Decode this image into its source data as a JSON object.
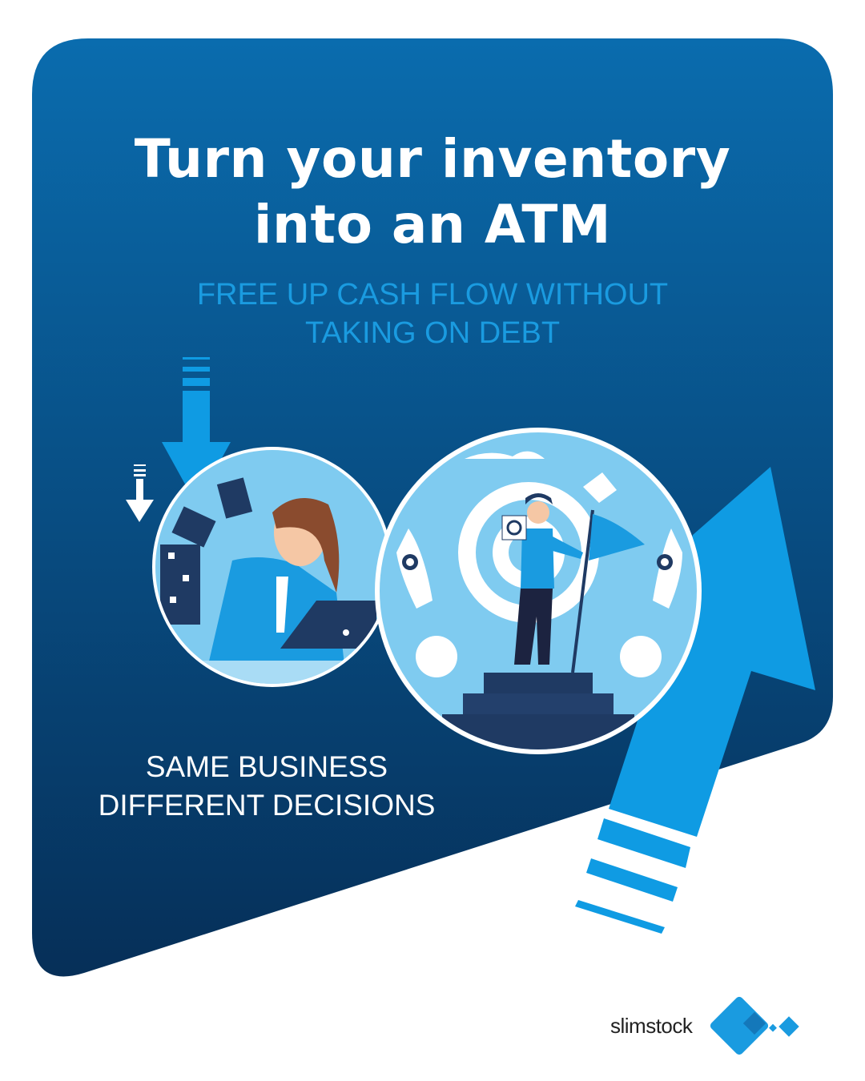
{
  "headline": {
    "line1": "Turn your inventory",
    "line2": "into an ATM"
  },
  "subheadline": {
    "line1": "FREE UP CASH FLOW WITHOUT",
    "line2": "TAKING ON DEBT"
  },
  "tagline": {
    "line1": "SAME BUSINESS",
    "line2": "DIFFERENT DECISIONS"
  },
  "brand": {
    "name": "slimstock"
  },
  "colors": {
    "card_top": "#0a6cae",
    "card_bottom": "#07335e",
    "accent": "#0f9be3",
    "light": "#7fcbf0",
    "navy": "#1f3a63"
  }
}
